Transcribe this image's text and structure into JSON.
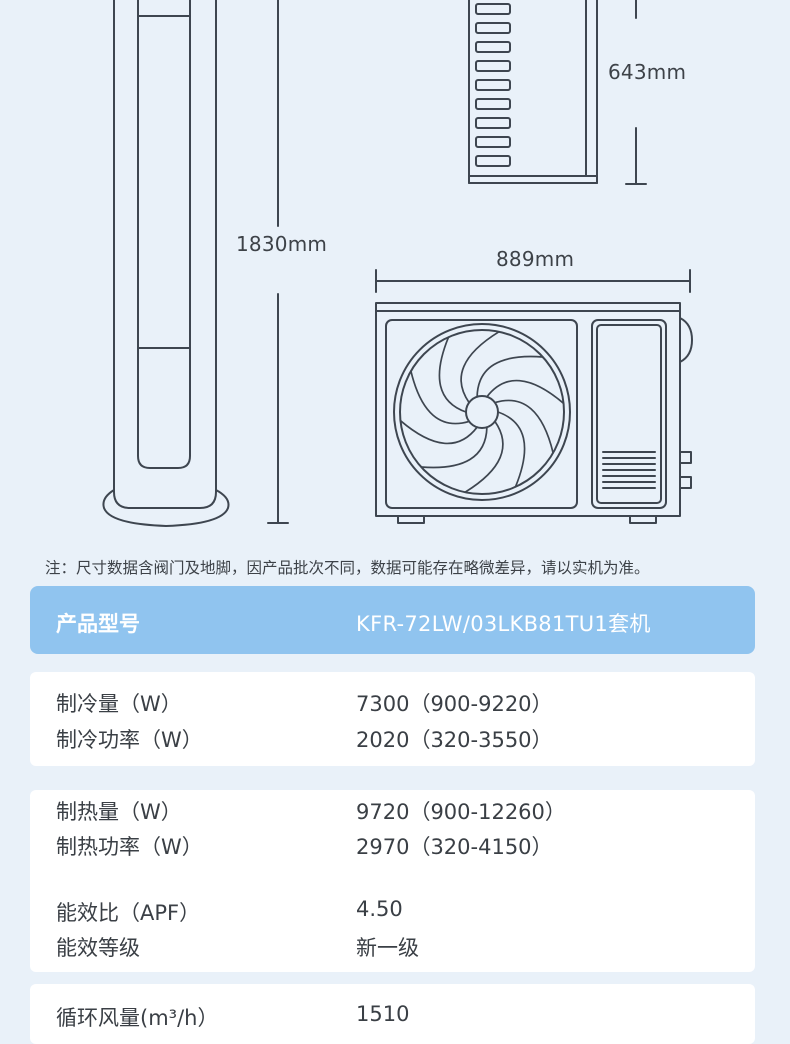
{
  "dimensions": {
    "indoor_height": "1830mm",
    "outdoor_width": "889mm",
    "outdoor_height": "643mm"
  },
  "note": "注：尺寸数据含阀门及地脚，因产品批次不同，数据可能存在略微差异，请以实机为准。",
  "header": {
    "label": "产品型号",
    "value": "KFR-72LW/03LKB81TU1套机"
  },
  "specs": {
    "cooling_capacity": {
      "label": "制冷量（W）",
      "value": "7300（900-9220）"
    },
    "cooling_power": {
      "label": "制冷功率（W）",
      "value": "2020（320-3550）"
    },
    "heating_capacity": {
      "label": "制热量（W）",
      "value": "9720（900-12260）"
    },
    "heating_power": {
      "label": "制热功率（W）",
      "value": "2970（320-4150）"
    },
    "apf": {
      "label": "能效比（APF）",
      "value": "4.50"
    },
    "efficiency_grade": {
      "label": "能效等级",
      "value": "新一级"
    },
    "airflow": {
      "label": "循环风量(m³/h）",
      "value": "1510"
    }
  },
  "colors": {
    "background": "#e9f1f9",
    "header_bar": "#90c4ef",
    "line_art": "#3e4650",
    "text": "#3a3f45"
  }
}
